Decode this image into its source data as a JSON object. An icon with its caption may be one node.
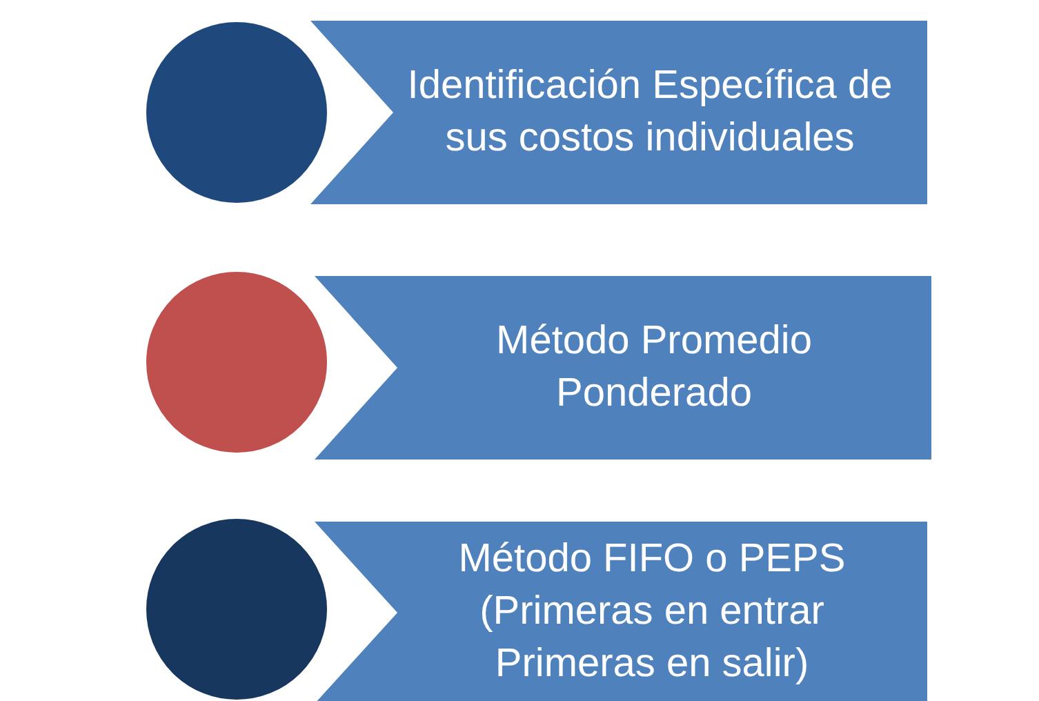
{
  "diagram": {
    "nodes": [
      {
        "text": [],
        "shape": "circle"
      },
      {
        "text": [
          "Identificación Específica de sus costos individuales"
        ]
      },
      {
        "text": [],
        "shape": "circle"
      },
      {
        "text": [
          "Método Promedio Ponderado"
        ]
      },
      {
        "text": [],
        "shape": "circle"
      },
      {
        "text": [
          "Método FIFO o PEPS (Primeras en entrar Primeras en salir)"
        ]
      }
    ]
  }
}
